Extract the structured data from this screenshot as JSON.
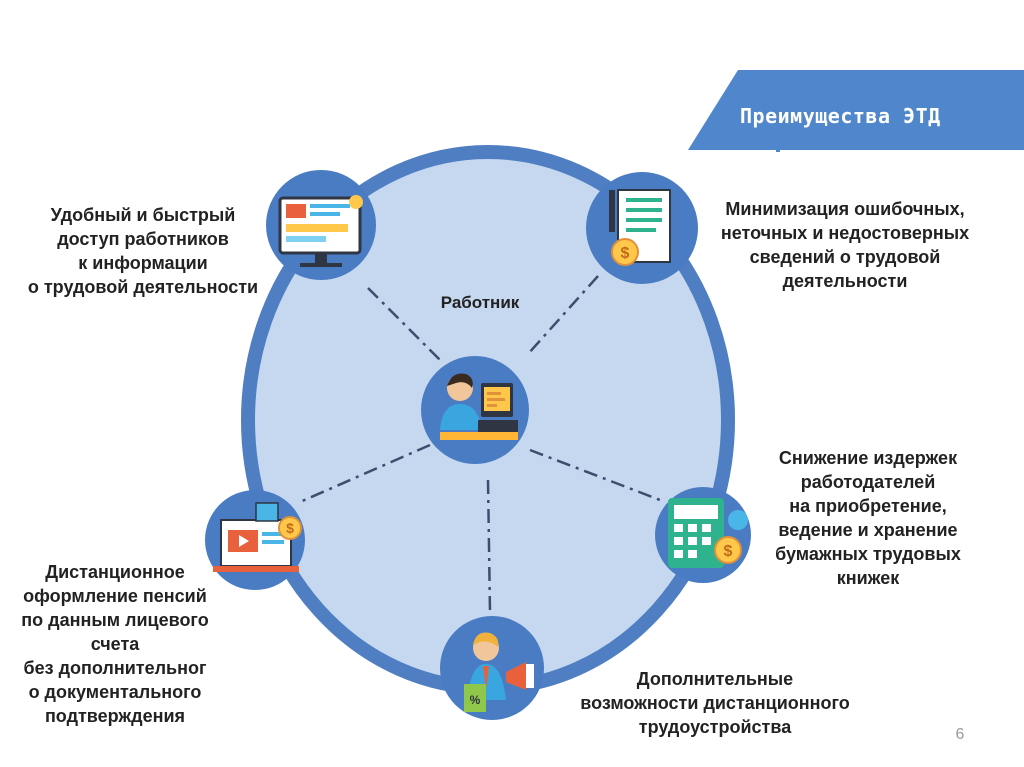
{
  "slide": {
    "title": "Преимущества ЭТД",
    "page_number": "6"
  },
  "center": {
    "label": "Работник",
    "icon": "worker-at-laptop-icon"
  },
  "nodes": [
    {
      "id": "access",
      "icon": "computer-monitor-info-icon",
      "lines": [
        "Удобный и быстрый",
        "доступ работников",
        "к информации",
        "о трудовой деятельности"
      ]
    },
    {
      "id": "errors",
      "icon": "document-with-coin-icon",
      "lines": [
        "Минимизация ошибочных,",
        "неточных и недостоверных",
        "сведений о трудовой",
        "деятельности"
      ]
    },
    {
      "id": "costs",
      "icon": "calculator-with-coin-icon",
      "lines": [
        "Снижение издержек",
        "работодателей",
        "на приобретение,",
        "ведение и хранение",
        "бумажных трудовых",
        "книжек"
      ]
    },
    {
      "id": "remote-hire",
      "icon": "businessman-megaphone-icon",
      "lines": [
        "Дополнительные",
        "возможности дистанционного",
        "трудоустройства"
      ]
    },
    {
      "id": "pension",
      "icon": "laptop-video-coin-icon",
      "lines": [
        "Дистанционное",
        "оформление пенсий",
        "по данным лицевого",
        "счета",
        "без дополнительног",
        "о документального",
        "подтверждения"
      ]
    }
  ],
  "colors": {
    "ring": "#4f7fc2",
    "fill": "#c5d8f0",
    "node": "#4a7cc4",
    "banner": "#4f86cc",
    "connector": "#3c4e6e",
    "text": "#222222"
  }
}
